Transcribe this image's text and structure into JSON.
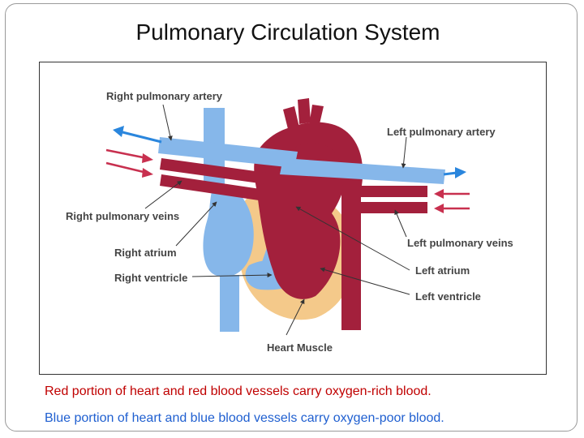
{
  "slide": {
    "title": "Pulmonary Circulation System",
    "caption_red": "Red portion of heart and red blood vessels carry oxygen-rich blood.",
    "caption_blue": "Blue portion of heart and blue blood vessels carry oxygen-poor blood."
  },
  "diagram": {
    "labels": {
      "right_pulmonary_artery": "Right pulmonary artery",
      "left_pulmonary_artery": "Left pulmonary artery",
      "right_pulmonary_veins": "Right pulmonary veins",
      "left_pulmonary_veins": "Left pulmonary veins",
      "right_atrium": "Right atrium",
      "left_atrium": "Left atrium",
      "right_ventricle": "Right ventricle",
      "left_ventricle": "Left ventricle",
      "heart_muscle": "Heart Muscle"
    },
    "colors": {
      "oxygen_rich": "#a3203c",
      "oxygen_poor": "#86b7ea",
      "muscle": "#f4c98a",
      "arrow_blue": "#2a86dd",
      "arrow_red": "#c8304f"
    }
  }
}
